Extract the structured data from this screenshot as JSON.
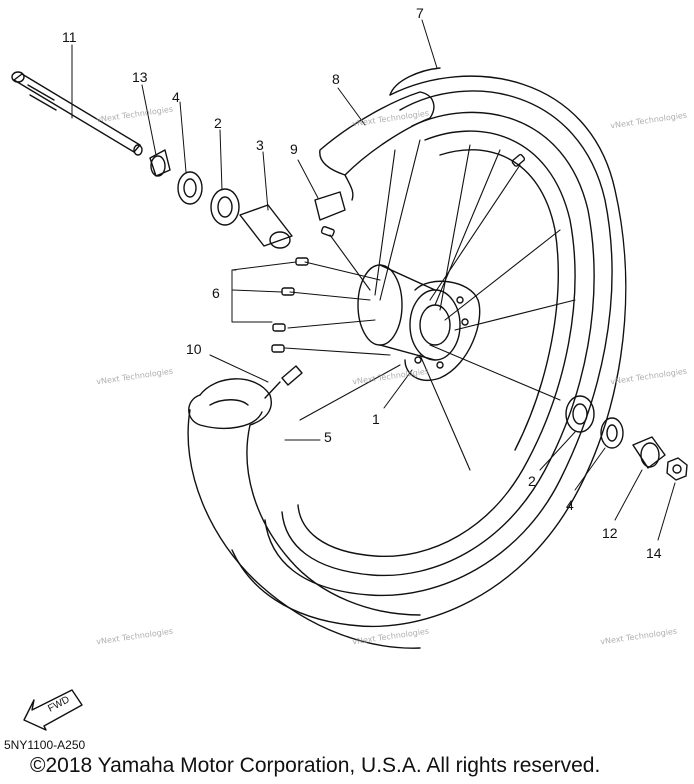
{
  "callouts": {
    "c1": "1",
    "c2a": "2",
    "c2b": "2",
    "c3": "3",
    "c4a": "4",
    "c4b": "4",
    "c5": "5",
    "c6": "6",
    "c7": "7",
    "c8": "8",
    "c9": "9",
    "c10": "10",
    "c11": "11",
    "c12": "12",
    "c13": "13",
    "c14": "14"
  },
  "watermark": "vNext Technologies",
  "fwd_label": "FWD",
  "part_code": "5NY1100-A250",
  "copyright": "©2018 Yamaha Motor Corporation, U.S.A. All rights reserved."
}
